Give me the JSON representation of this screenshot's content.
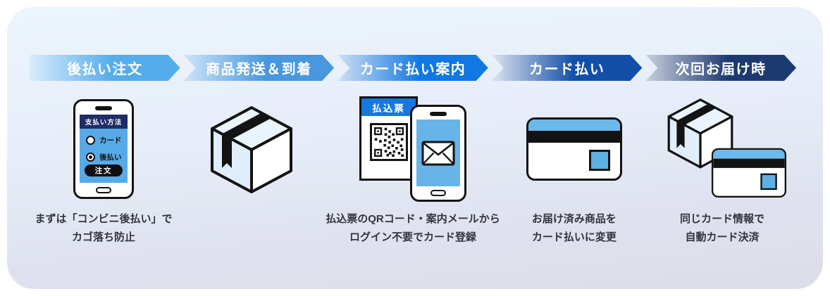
{
  "flow": {
    "steps": [
      {
        "label": "後払い注文",
        "color_main": "#55acec",
        "color_light": "#d8ecfb",
        "caption": [
          "まずは「コンビニ後払い」で",
          "カゴ落ち防止"
        ]
      },
      {
        "label": "商品発送＆到着",
        "color_main": "#4997de",
        "color_light": "#cde5f8",
        "caption": [
          "",
          ""
        ]
      },
      {
        "label": "カード払い案内",
        "color_main": "#1177e3",
        "color_light": "#cfdff4",
        "caption": [
          "払込票のQRコード・案内メールから",
          "ログイン不要でカード登録"
        ]
      },
      {
        "label": "カード払い",
        "color_main": "#124fa9",
        "color_light": "#dee4ef",
        "caption": [
          "お届け済み商品を",
          "カード払いに変更"
        ]
      },
      {
        "label": "次回お届け時",
        "color_main": "#1d3a70",
        "color_light": "#c9d1df",
        "caption": [
          "同じカード情報で",
          "自動カード決済"
        ]
      }
    ]
  },
  "phone_ui": {
    "header": "支払い方法",
    "option_card": "カード",
    "option_deferred": "後払い",
    "order_button": "注文"
  },
  "slip": {
    "header": "払込票"
  },
  "colors": {
    "screen_blue": "#57aae5",
    "phone_header_navy": "#1d2d66",
    "slip_header_blue": "#1778dc",
    "card_band_blue": "#6cb9ec",
    "card_panel_blue": "#5cb0e2",
    "outline_black": "#131313",
    "caption_text": "#32353c",
    "panel_bg_top": "#ecf4fc",
    "panel_bg_bottom": "#dcdde9"
  }
}
